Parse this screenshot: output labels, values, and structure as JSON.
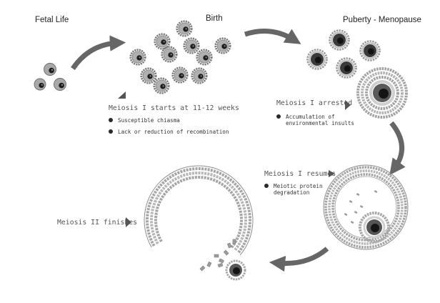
{
  "stages": {
    "fetal_life": "Fetal Life",
    "birth": "Birth",
    "puberty": "Puberty - Menopause"
  },
  "notes": {
    "meiosis_start": "Meiosis I starts at 11-12 weeks",
    "meiosis_arrested": "Meiosis I arrested",
    "meiosis_resumes": "Meiosis I resumes",
    "meiosis_finishes": "Meiosis II finishes"
  },
  "bullets": {
    "susceptible_chiasma": "Susceptible chiasma",
    "lack_recombination": "Lack or reduction of recombination",
    "accumulation_line1": "Accumulation of",
    "accumulation_line2": "environmental insults",
    "meiotic_line1": "Meiotic protein",
    "meiotic_line2": "degradation"
  },
  "colors": {
    "arrow": "#666666",
    "cell_fill": "#a8a8a8",
    "nucleus": "#1e1e1e",
    "granulosa": "#9a9a9a"
  }
}
